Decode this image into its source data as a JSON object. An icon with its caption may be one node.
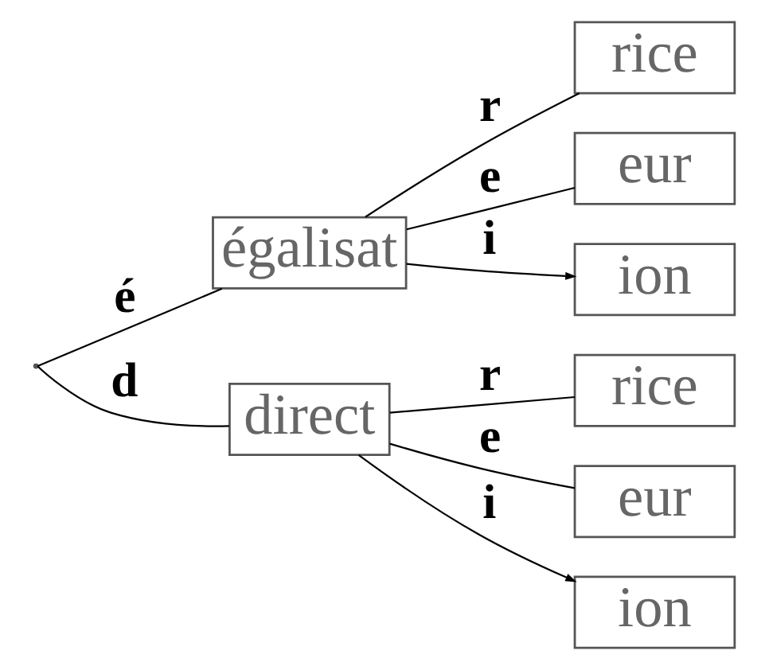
{
  "diagram": {
    "nodes": [
      {
        "text": [],
        "shape": "point"
      },
      {
        "text": [
          "égalisat"
        ]
      },
      {
        "text": [
          "direct"
        ]
      },
      {
        "text": [
          "rice"
        ]
      },
      {
        "text": [
          "eur"
        ]
      },
      {
        "text": [
          "ion"
        ]
      },
      {
        "text": [
          "rice"
        ]
      },
      {
        "text": [
          "eur"
        ]
      },
      {
        "text": [
          "ion"
        ]
      }
    ],
    "edges": [
      {
        "from": 0,
        "to": 1,
        "arrow": "none",
        "label": "é"
      },
      {
        "from": 0,
        "to": 2,
        "arrow": "none",
        "label": "d"
      },
      {
        "from": 1,
        "to": 3,
        "arrow": "none",
        "label": "r"
      },
      {
        "from": 1,
        "to": 4,
        "arrow": "none",
        "label": "e"
      },
      {
        "from": 1,
        "to": 5,
        "arrow": "to",
        "label": "i"
      },
      {
        "from": 2,
        "to": 6,
        "arrow": "none",
        "label": "r"
      },
      {
        "from": 2,
        "to": 7,
        "arrow": "none",
        "label": "e"
      },
      {
        "from": 2,
        "to": 8,
        "arrow": "to",
        "label": "i"
      }
    ]
  }
}
